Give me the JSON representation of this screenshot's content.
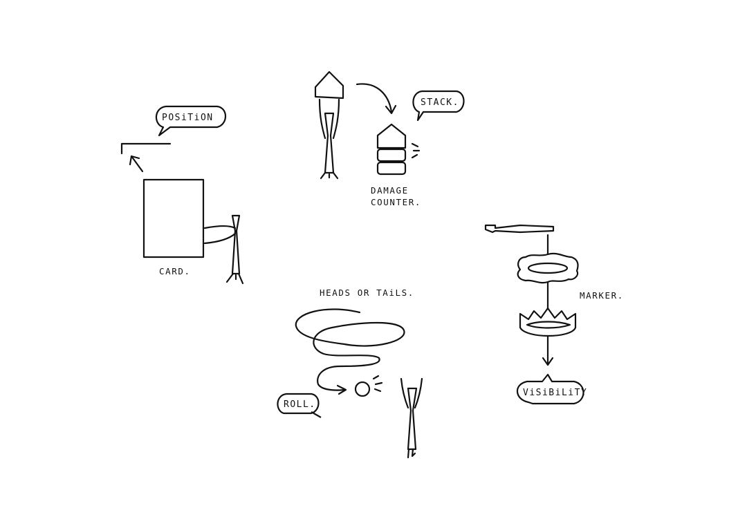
{
  "labels": {
    "position": "POSiTiON",
    "stack": "STACK.",
    "damage_counter_line1": "DAMAGE",
    "damage_counter_line2": "COUNTER.",
    "card": "CARD.",
    "heads_or_tails": "HEADS OR TAiLS.",
    "marker": "MARKER.",
    "roll": "ROLL.",
    "visibility": "ViSiBiLiTY"
  },
  "colors": {
    "ink": "#111111",
    "paper": "#ffffff"
  }
}
